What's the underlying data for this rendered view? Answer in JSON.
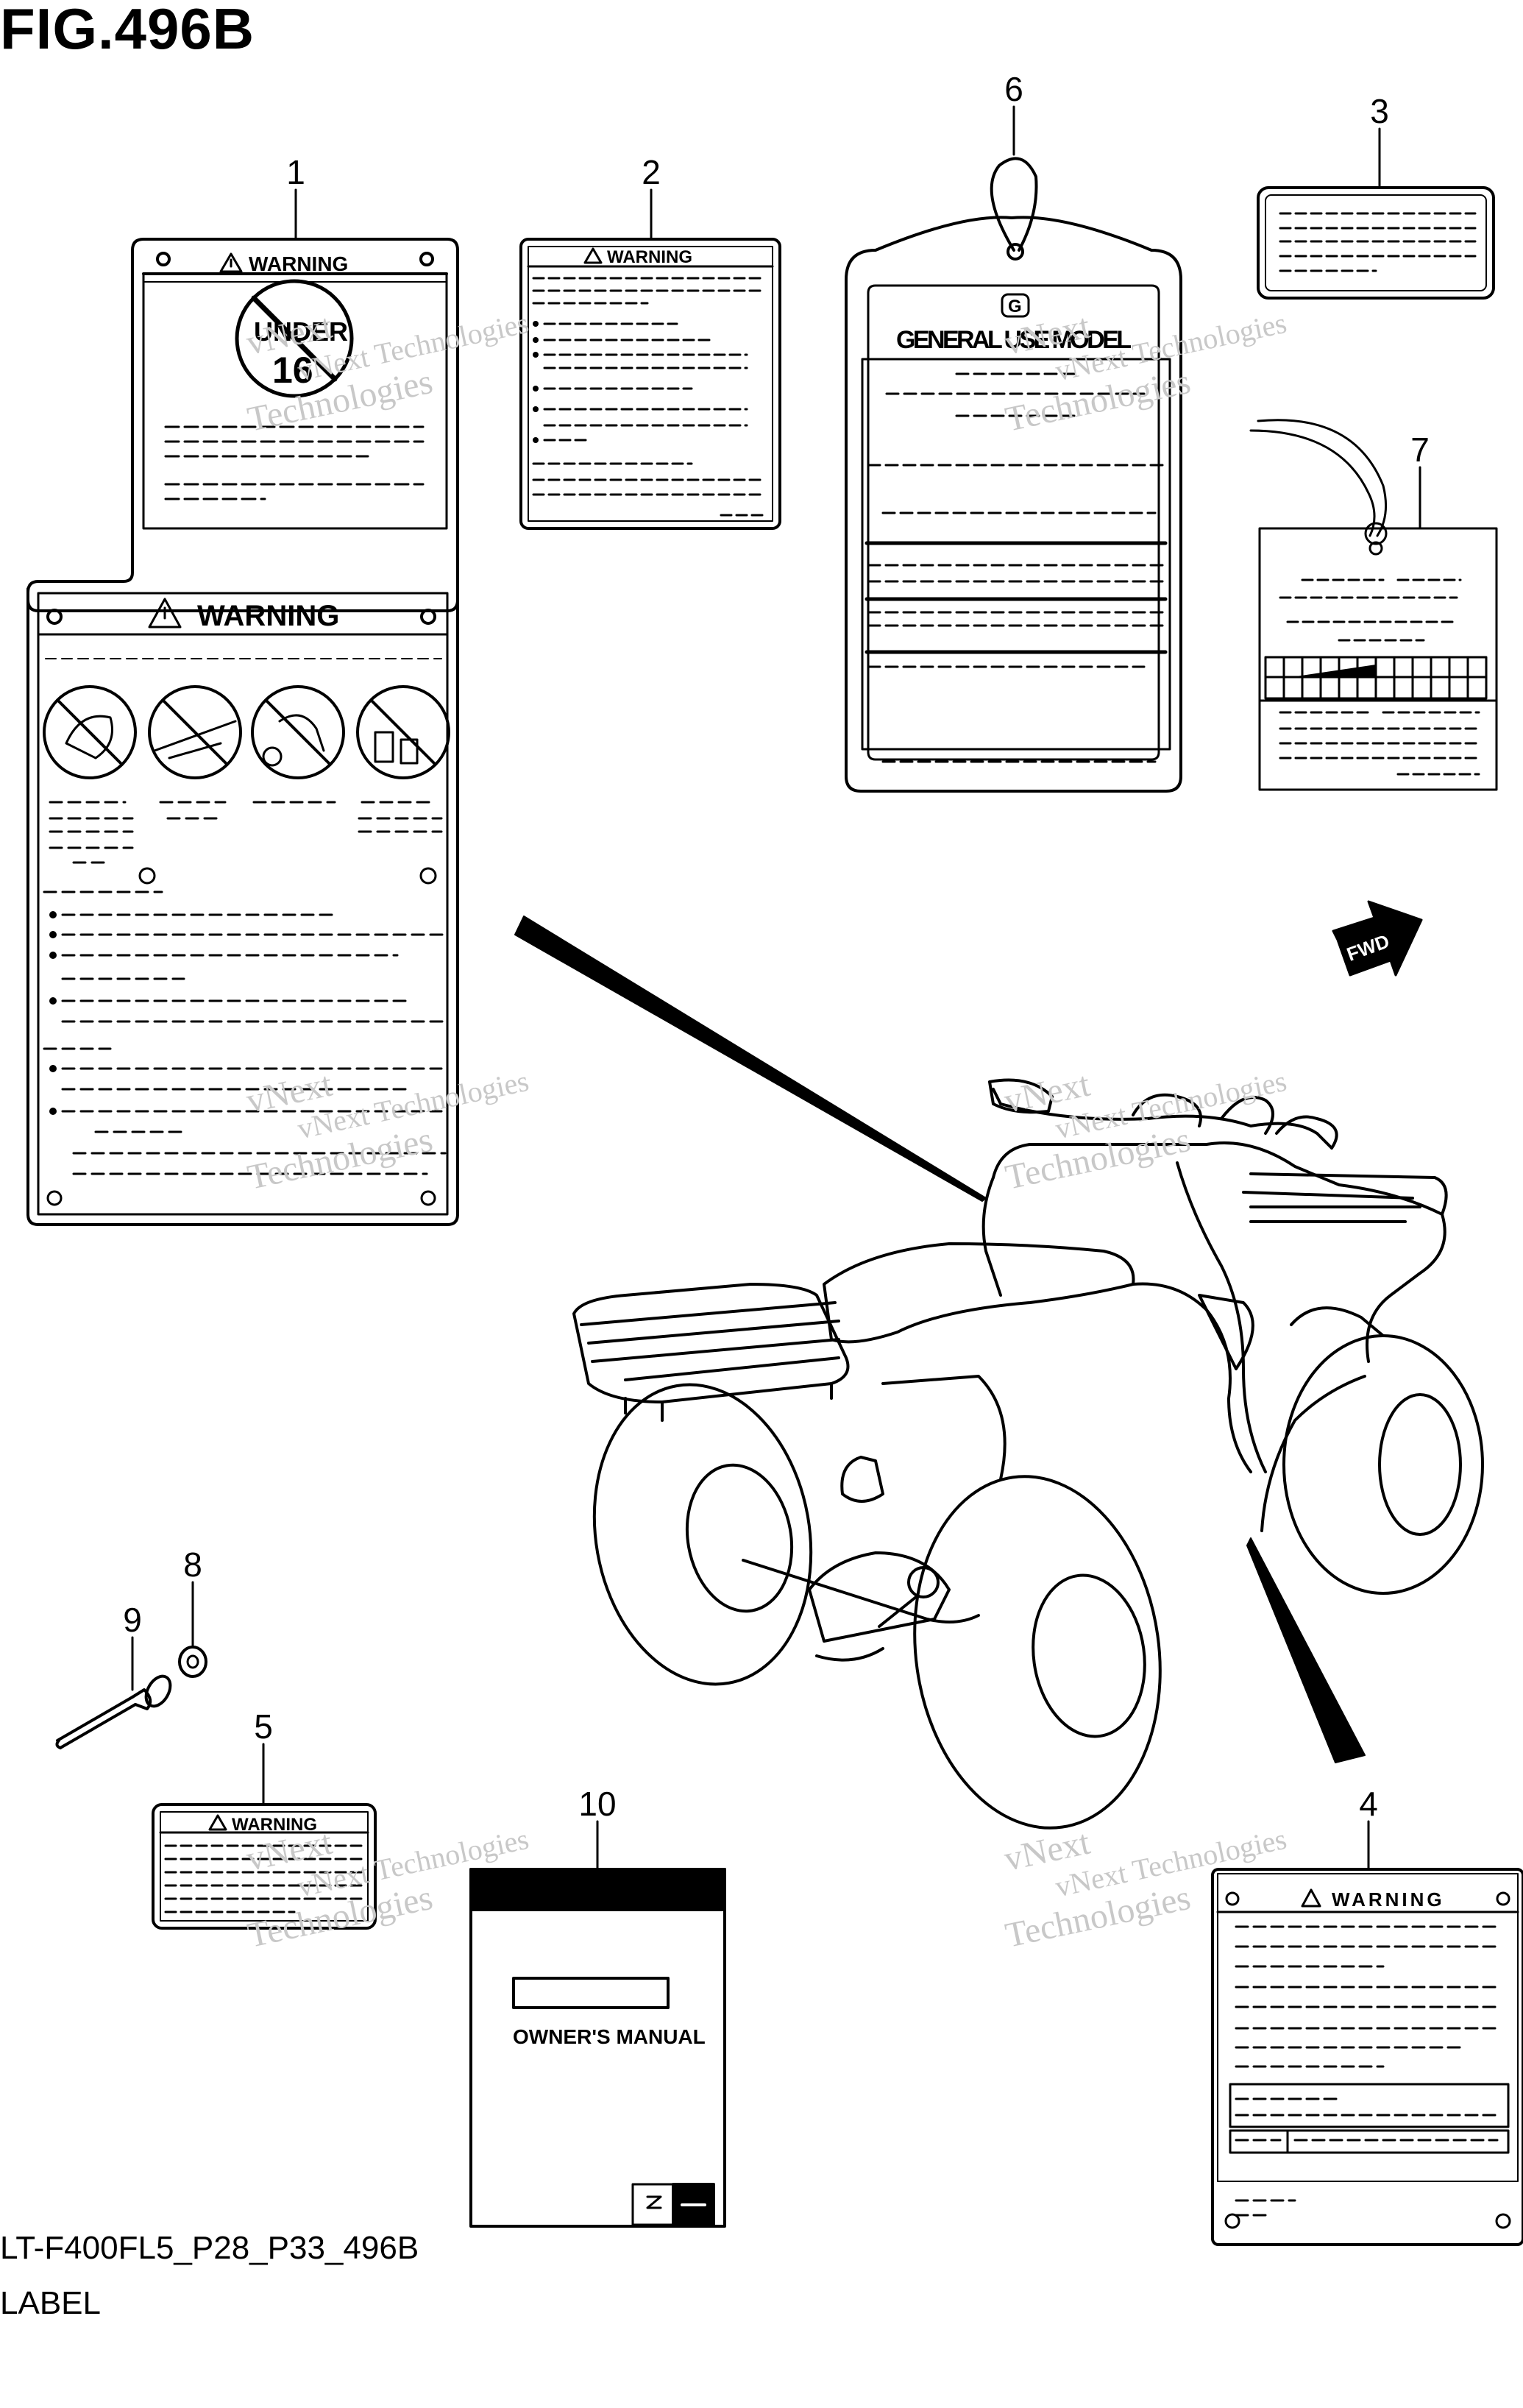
{
  "figure": {
    "title": "FIG.496B",
    "code": "LT-F400FL5_P28_P33_496B",
    "section": "LABEL"
  },
  "callouts": [
    {
      "number": "1"
    },
    {
      "number": "2"
    },
    {
      "number": "3"
    },
    {
      "number": "4"
    },
    {
      "number": "5"
    },
    {
      "number": "6"
    },
    {
      "number": "7"
    },
    {
      "number": "8"
    },
    {
      "number": "9"
    },
    {
      "number": "10"
    }
  ],
  "labels": {
    "warning": "WARNING",
    "warning_spaced": "WARNING",
    "under": "UNDER",
    "age": "16",
    "general_use_model": "GENERAL USE MODEL",
    "g_mark": "G",
    "owners_manual": "OWNER'S MANUAL",
    "fwd": "FWD"
  },
  "watermark": {
    "line1": "vNext",
    "line2": "vNext Technologies",
    "line3": "Technologies"
  },
  "colors": {
    "line": "#000000",
    "watermark": "#c8c8c8"
  }
}
